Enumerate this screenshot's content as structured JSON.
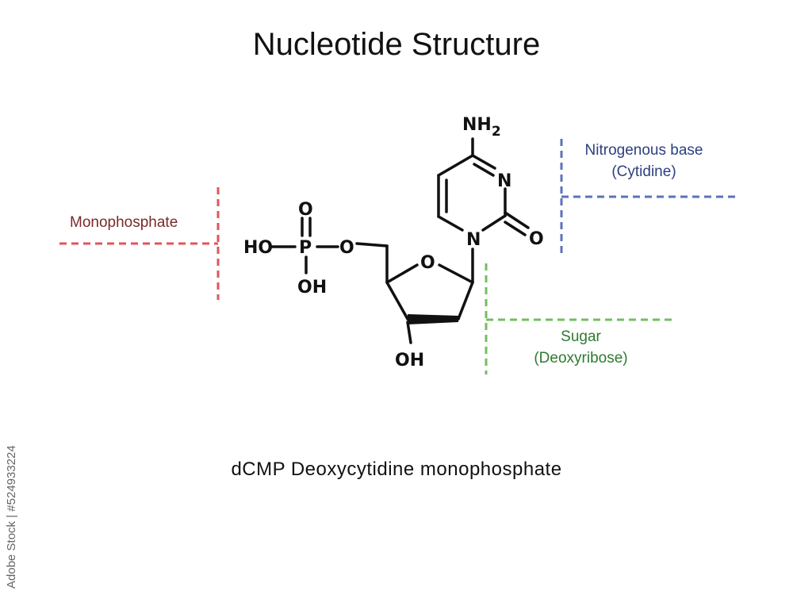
{
  "title": "Nucleotide Structure",
  "caption": "dCMP  Deoxycytidine  monophosphate",
  "watermark": "Adobe Stock | #524933224",
  "labels": {
    "monophosphate": "Monophosphate",
    "base_line1": "Nitrogenous base",
    "base_line2": "(Cytidine)",
    "sugar_line1": "Sugar",
    "sugar_line2": "(Deoxyribose)"
  },
  "atoms": {
    "nh2": "NH",
    "nh2_sub": "2",
    "n_upper": "N",
    "n_lower": "N",
    "o_carbonyl": "O",
    "o_ring": "O",
    "o_bridge": "O",
    "p": "P",
    "o_phos_top": "O",
    "ho": "HO",
    "oh_phos": "OH",
    "oh_sugar": "OH"
  },
  "colors": {
    "monophosphate": "#e0555e",
    "base": "#5b73b8",
    "sugar": "#72bf5e"
  }
}
